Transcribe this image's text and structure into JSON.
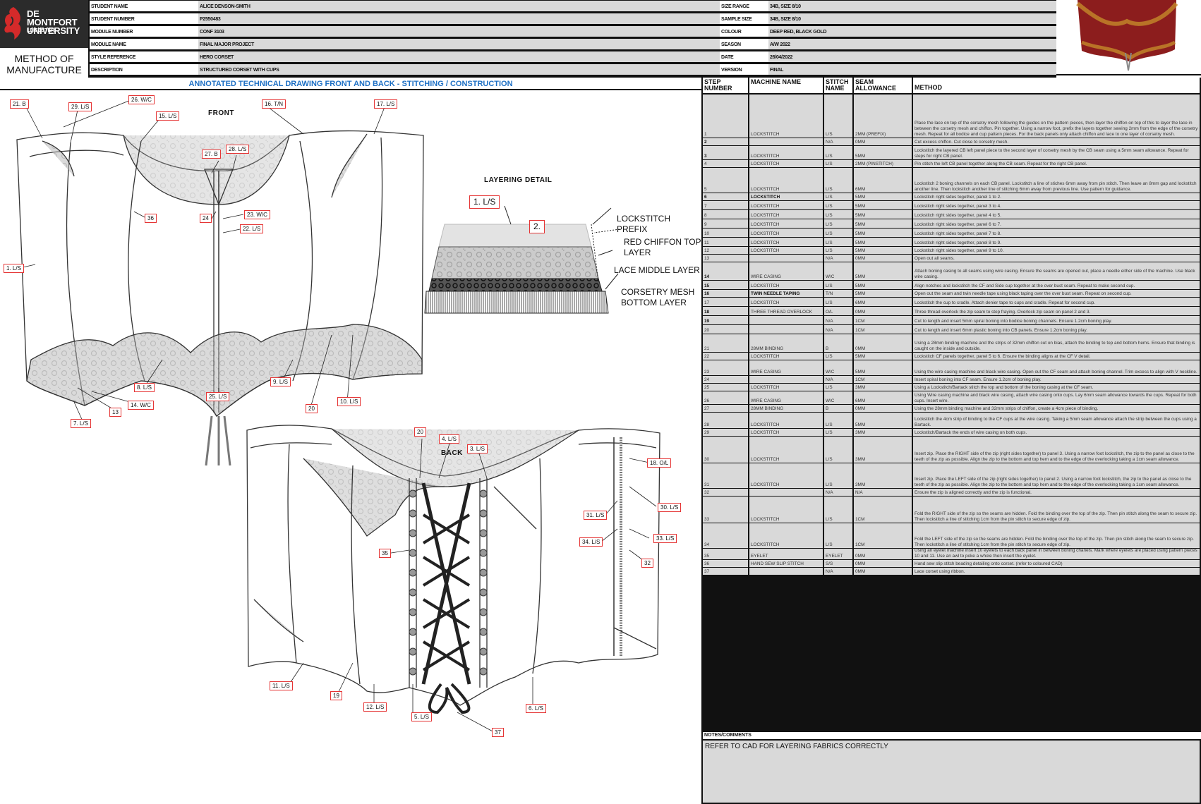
{
  "university": {
    "name_line1": "DE MONTFORT",
    "name_line2": "UNIVERSITY",
    "city": "LEICESTER"
  },
  "doc_title": "METHOD OF MANUFACTURE",
  "header": {
    "left": [
      {
        "label": "STUDENT NAME",
        "value": "ALICE DENSON-SMITH"
      },
      {
        "label": "STUDENT NUMBER",
        "value": "P2550483"
      },
      {
        "label": "MODULE NUMBER",
        "value": "CONF 3103"
      },
      {
        "label": "MODULE NAME",
        "value": "FINAL MAJOR PROJECT"
      },
      {
        "label": "STYLE REFERENCE",
        "value": "HERO CORSET"
      },
      {
        "label": "DESCRIPTION",
        "value": "STRUCTURED CORSET WITH CUPS"
      }
    ],
    "right": [
      {
        "label": "SIZE RANGE",
        "value": "34B, SIZE 8/10"
      },
      {
        "label": "SAMPLE SIZE",
        "value": "34B, SIZE 8/10"
      },
      {
        "label": "COLOUR",
        "value": "DEEP RED, BLACK GOLD"
      },
      {
        "label": "SEASON",
        "value": "A/W 2022"
      },
      {
        "label": "DATE",
        "value": "26/04/2022"
      },
      {
        "label": "VERSION",
        "value": "FINAL"
      }
    ]
  },
  "drawing_title": "ANNOTATED TECHNICAL DRAWING FRONT AND BACK - STITCHING / CONSTRUCTION",
  "front_label": "FRONT",
  "back_label": "BACK",
  "layering": {
    "title": "LAYERING DETAIL",
    "tag1": "1. L/S",
    "tag2": "2.",
    "labels": [
      "LOCKSTITCH PREFIX",
      "RED CHIFFON TOP LAYER",
      "LACE MIDDLE LAYER",
      "CORSETRY MESH BOTTOM LAYER"
    ]
  },
  "front_tags": [
    "21. B",
    "29. L/S",
    "26. W/C",
    "15. L/S",
    "16. T/N",
    "17. L/S",
    "27. B",
    "28. L/S",
    "36",
    "24",
    "23. W/C",
    "22. L/S",
    "1. L/S",
    "8. L/S",
    "25. L/S",
    "9. L/S",
    "20",
    "10. L/S",
    "13",
    "14. W/C",
    "7. L/S"
  ],
  "back_tags": [
    "20",
    "4. L/S",
    "3. L/S",
    "18. O/L",
    "30. L/S",
    "31. L/S",
    "34. L/S",
    "33. L/S",
    "32",
    "35",
    "11. L/S",
    "19",
    "12. L/S",
    "5. L/S",
    "6. L/S",
    "37"
  ],
  "table": {
    "headers": {
      "step": "STEP NUMBER",
      "machine": "MACHINE NAME",
      "stitch": "STITCH NAME",
      "seam": "SEAM ALLOWANCE",
      "method": "METHOD"
    },
    "rows": [
      {
        "step": "1",
        "machine": "LOCKSTITCH",
        "stitch": "L/S",
        "seam": "2MM (PREFIX)",
        "method": "Place the lace on top of the corsetry mesh following the guides on the pattern pieces, then layer the chiffon on top of this to layer the lace in between the corsetry mesh and chiffon. Pin together. Using a narrow foot, prefix the layers together sewing 2mm from the edge of the corsetry mesh. Repeat for all bodice and cup pattern pieces. For the back panels only attach chiffon and lace to one layer of corsetry mesh."
      },
      {
        "step": "2",
        "machine": "",
        "stitch": "N/A",
        "seam": "0MM",
        "method": "Cut excess chiffon. Cut close to corsetry mesh."
      },
      {
        "step": "3",
        "machine": "LOCKSTITCH",
        "stitch": "L/S",
        "seam": "5MM",
        "method": "Lockstitch the layered CB left panel piece to the second layer of corsetry mesh by the CB seam using a 5mm seam allowance. Repeat for steps for right CB panel."
      },
      {
        "step": "4",
        "machine": "LOCKSTITCH",
        "stitch": "L/S",
        "seam": "2MM (PINSTITCH)",
        "method": "Pin stitch the left CB panel together along the CB seam. Repeat for the right CB panel."
      },
      {
        "step": "5",
        "machine": "LOCKSTITCH",
        "stitch": "L/S",
        "seam": "6MM",
        "method": "Lockstitch 2 boning channels on each CB panel. Lockstitch a line of stiches 6mm away from pin stitch. Then leave an 8mm gap and lockstitch another line. Then lockstitch another line of stitching 6mm away from previous line. Use pattern for guidance."
      },
      {
        "step": "6",
        "machine": "LOCKSTITCH",
        "stitch": "L/S",
        "seam": "5MM",
        "method": "Lockstitch right sides together, panel 1 to 2."
      },
      {
        "step": "7",
        "machine": "LOCKSTITCH",
        "stitch": "L/S",
        "seam": "5MM",
        "method": "Lockstitch right sides together, panel 3 to 4."
      },
      {
        "step": "8",
        "machine": "LOCKSTITCH",
        "stitch": "L/S",
        "seam": "5MM",
        "method": "Lockstitch right sides together, panel 4 to 5."
      },
      {
        "step": "9",
        "machine": "LOCKSTITCH",
        "stitch": "L/S",
        "seam": "5MM",
        "method": "Lockstitch right sides together, panel 6 to 7."
      },
      {
        "step": "10",
        "machine": "LOCKSTITCH",
        "stitch": "L/S",
        "seam": "5MM",
        "method": "Lockstitch right sides together, panel 7 to 8."
      },
      {
        "step": "11",
        "machine": "LOCKSTITCH",
        "stitch": "L/S",
        "seam": "5MM",
        "method": "Lockstitch right sides together, panel 8 to 9."
      },
      {
        "step": "12",
        "machine": "LOCKSTITCH",
        "stitch": "L/S",
        "seam": "5MM",
        "method": "Lockstitch right sides together, panel 9 to 10."
      },
      {
        "step": "13",
        "machine": "",
        "stitch": "N/A",
        "seam": "0MM",
        "method": "Open out all seams."
      },
      {
        "step": "14",
        "machine": "WIRE CASING",
        "stitch": "W/C",
        "seam": "5MM",
        "method": "Attach boning casing to all seams using wire casing. Ensure the seams are opened out, place a needle either side of the machine. Use black wire casing."
      },
      {
        "step": "15",
        "machine": "LOCKSTITCH",
        "stitch": "L/S",
        "seam": "5MM",
        "method": "Align notches and lockstitch the CF and Side cup together at the over bust seam. Repeat to make second cup."
      },
      {
        "step": "16",
        "machine": "TWIN NEEDLE TAPING",
        "stitch": "T/N",
        "seam": "5MM",
        "method": "Open out the seam and twin needle tape using black taping over the over bust seam. Repeat on second cup."
      },
      {
        "step": "17",
        "machine": "LOCKSTITCH",
        "stitch": "L/S",
        "seam": "6MM",
        "method": "Lockstitch the cup to cradle. Attach denier tape to cups and cradle. Repeat for second cup."
      },
      {
        "step": "18",
        "machine": "THREE THREAD OVERLOCK",
        "stitch": "O/L",
        "seam": "0MM",
        "method": "Three thread overlock the zip seam to stop fraying. Overlock zip seam on panel 2 and 3."
      },
      {
        "step": "19",
        "machine": "",
        "stitch": "N/A",
        "seam": "1CM",
        "method": "Cut to length and insert 5mm spiral boning into bodice boning channels. Ensure 1.2cm boning play."
      },
      {
        "step": "20",
        "machine": "",
        "stitch": "N/A",
        "seam": "1CM",
        "method": "Cut to length and insert 6mm plastic boning into CB panels. Ensure 1.2cm boning play."
      },
      {
        "step": "21",
        "machine": "28MM BINDING",
        "stitch": "B",
        "seam": "0MM",
        "method": "Using a 28mm binding machine and the strips of 32mm chiffon cut on bias, attach the binding to top and bottom hems. Ensure that binding is caught on the inside and outside."
      },
      {
        "step": "22",
        "machine": "LOCKSTITCH",
        "stitch": "L/S",
        "seam": "5MM",
        "method": "Lockstitch CF panels together, panel 5 to 6. Ensure the binding aligns at the CF V detail."
      },
      {
        "step": "23",
        "machine": "WIRE CASING",
        "stitch": "W/C",
        "seam": "5MM",
        "method": "Using the wire casing machine and black wire casing. Open out the CF seam and attach boning channel. Trim excess to align with V neckline."
      },
      {
        "step": "24",
        "machine": "",
        "stitch": "N/A",
        "seam": "1CM",
        "method": "Insert spiral boning into CF seam. Ensure 1.2cm of boning play."
      },
      {
        "step": "25",
        "machine": "LOCKSTITCH",
        "stitch": "L/S",
        "seam": "3MM",
        "method": "Using a Lockstitch/Bartack stitch the top and bottom of the boning casing at the CF seam."
      },
      {
        "step": "26",
        "machine": "WIRE CASING",
        "stitch": "W/C",
        "seam": "6MM",
        "method": "Using Wire casing machine and black wire casing, attach wire casing onto cups. Lay 6mm seam allowance towards the cups. Repeat for both cups. Insert wire."
      },
      {
        "step": "27",
        "machine": "28MM BINDING",
        "stitch": "B",
        "seam": "0MM",
        "method": "Using the 28mm binding machine and 32mm strips of chiffon, create a 4cm piece of binding."
      },
      {
        "step": "28",
        "machine": "LOCKSTITCH",
        "stitch": "L/S",
        "seam": "5MM",
        "method": "Lockstitch the 4cm strip of binding to the CF cups at the wire casing. Taking a 5mm seam allowance attach the strip between the cups using a Bartack."
      },
      {
        "step": "29",
        "machine": "LOCKSTITCH",
        "stitch": "L/S",
        "seam": "3MM",
        "method": "Lockstitch/Bartack the ends of wire casing on both cups."
      },
      {
        "step": "30",
        "machine": "LOCKSTITCH",
        "stitch": "L/S",
        "seam": "3MM",
        "method": "Insert zip. Place the RIGHT side of the zip (right sides together) to panel 3. Using a narrow foot lockstitch, the zip to the panel as close to the teeth of the zip as possible. Align the zip to the bottom and top hem and to the edge of the overlocking taking a 1cm seam allowance."
      },
      {
        "step": "31",
        "machine": "LOCKSTITCH",
        "stitch": "L/S",
        "seam": "3MM",
        "method": "Insert zip. Place the LEFT side of the zip (right sides together) to panel 2. Using a narrow foot lockstitch, the zip to the panel as close to the teeth of the zip as possible. Align the zip to the bottom and top hem and to the edge of the overlocking taking a 1cm seam allowance."
      },
      {
        "step": "32",
        "machine": "",
        "stitch": "N/A",
        "seam": "N/A",
        "method": "Ensure the zip is aligned correctly and the zip is functional."
      },
      {
        "step": "33",
        "machine": "LOCKSTITCH",
        "stitch": "L/S",
        "seam": "1CM",
        "method": "Fold the RIGHT side of the zip so the seams are hidden. Fold the binding over the top of the zip. Then pin stitch along the seam to secure zip. Then lockstitch a line of stitching 1cm from the pin stitch to secure edge of zip."
      },
      {
        "step": "34",
        "machine": "LOCKSTITCH",
        "stitch": "L/S",
        "seam": "1CM",
        "method": "Fold the LEFT side of the zip so the seams are hidden. Fold the binding over the top of the zip. Then pin stitch along the seam to secure zip. Then lockstitch a line of stitching 1cm from the pin stitch to secure edge of zip."
      },
      {
        "step": "35",
        "machine": "EYELET",
        "stitch": "EYELET",
        "seam": "0MM",
        "method": "Using an eyelet machine insert 10 eyelets to each back panel in between boning chanels. Mark where eyelets are placed using pattern pieces 10 and 11. Use an awl to poke a whole then insert the eyelet."
      },
      {
        "step": "36",
        "machine": "HAND SEW SLIP STITCH",
        "stitch": "S/S",
        "seam": "0MM",
        "method": "Hand sew slip stitch beading detailing onto corset. (refer to coloured CAD)"
      },
      {
        "step": "37",
        "machine": "",
        "stitch": "N/A",
        "seam": "0MM",
        "method": "Lace corset using ribbon."
      }
    ],
    "notes_label": "NOTES/COMMENTS",
    "notes": "REFER TO CAD FOR LAYERING FABRICS CORRECTLY"
  },
  "colors": {
    "accent": "#1d6fc4",
    "tag_border": "#e53535",
    "cell": "#d9d9d9",
    "grid": "#111111",
    "corset_red": "#8c1d1d",
    "corset_gold": "#c48a2a"
  }
}
